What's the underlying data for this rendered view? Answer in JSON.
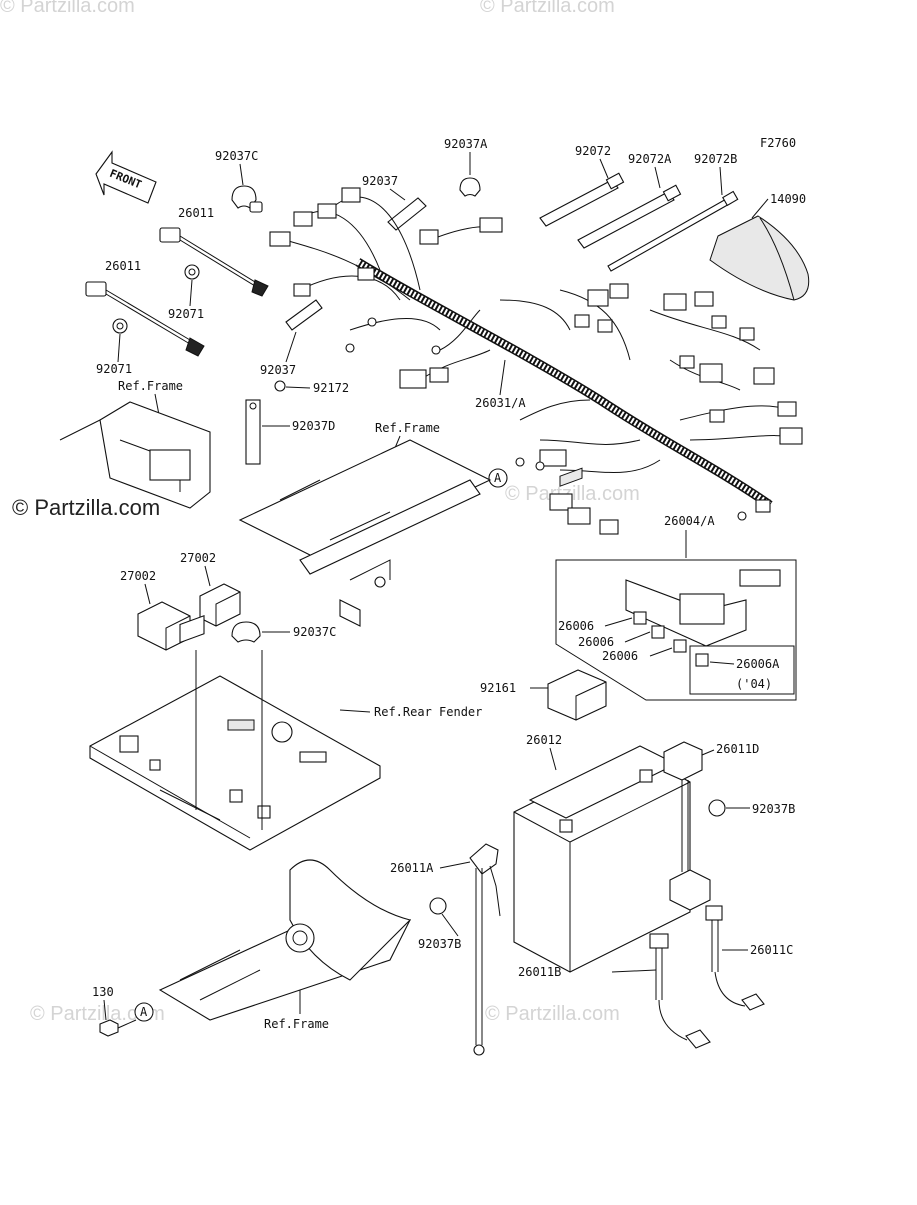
{
  "diagram_code": "F2760",
  "watermarks": {
    "main": "© Partzilla.com",
    "faint": "© Partzilla.com"
  },
  "front_arrow_label": "FRONT",
  "parts": {
    "p92037C_top": "92037C",
    "p92037A": "92037A",
    "p92072": "92072",
    "p92072A": "92072A",
    "p92072B": "92072B",
    "p14090": "14090",
    "p26011_a": "26011",
    "p92037_top": "92037",
    "p26011_b": "26011",
    "p92071_a": "92071",
    "p92071_b": "92071",
    "p92037_mid": "92037",
    "p92172": "92172",
    "p92037D": "92037D",
    "p26031A": "26031/A",
    "p26004A": "26004/A",
    "p27002_a": "27002",
    "p27002_b": "27002",
    "p92037C_mid": "92037C",
    "p26006_a": "26006",
    "p26006_b": "26006",
    "p26006_c": "26006",
    "p26006A": "26006A",
    "p26006A_note": "('04)",
    "p92161": "92161",
    "p26012": "26012",
    "p26011D": "26011D",
    "p92037B_r": "92037B",
    "p26011A": "26011A",
    "p92037B_l": "92037B",
    "p26011C": "26011C",
    "p26011B": "26011B",
    "p130": "130"
  },
  "refs": {
    "frame_1": "Ref.Frame",
    "frame_2": "Ref.Frame",
    "rear_fender": "Ref.Rear Fender",
    "frame_3": "Ref.Frame"
  },
  "circle_marker": "A"
}
